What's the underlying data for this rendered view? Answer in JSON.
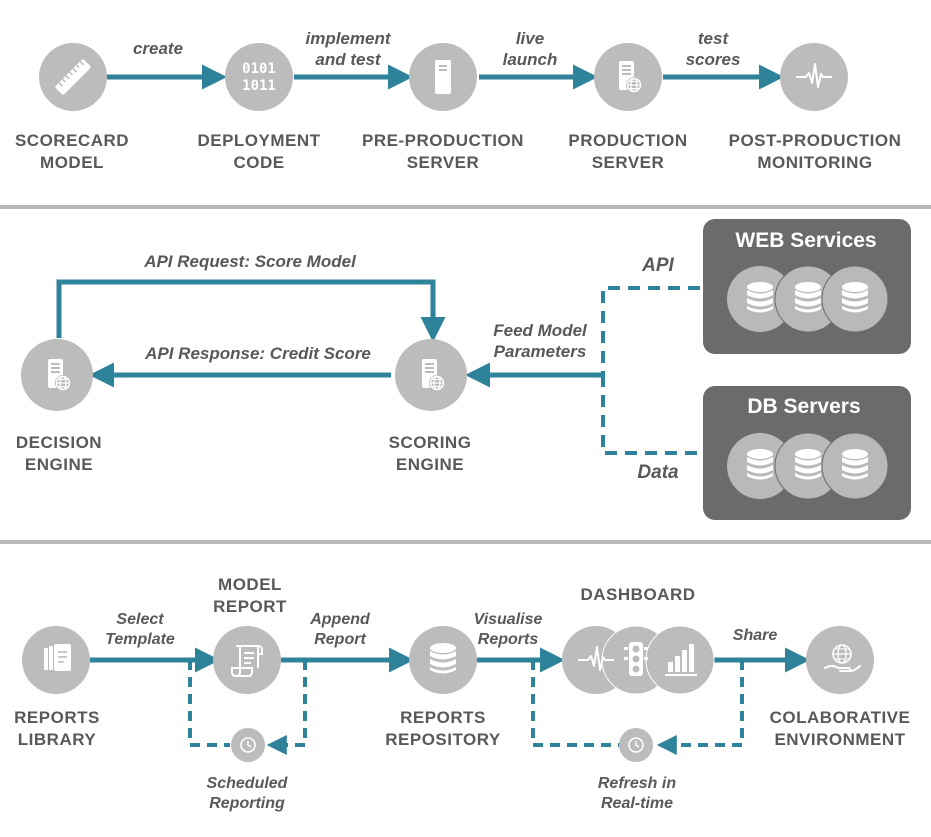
{
  "colors": {
    "teal": "#2e8299",
    "circle": "#bcbcbc",
    "icon": "#ffffff",
    "box": "#6b6b6b",
    "box_circle": "#b9b9b9",
    "divider": "#b8b8b8",
    "text": "#595959"
  },
  "deployment": {
    "nodes": [
      {
        "label1": "SCORECARD",
        "label2": "MODEL",
        "icon": "ruler-icon"
      },
      {
        "label1": "DEPLOYMENT",
        "label2": "CODE",
        "icon": "binary-code-icon",
        "code1": "0101",
        "code2": "1011"
      },
      {
        "label1": "PRE-PRODUCTION",
        "label2": "SERVER",
        "icon": "server-icon"
      },
      {
        "label1": "PRODUCTION",
        "label2": "SERVER",
        "icon": "web-server-icon"
      },
      {
        "label1": "POST-PRODUCTION",
        "label2": "MONITORING",
        "icon": "pulse-icon"
      }
    ],
    "arrows": [
      {
        "line1": "create",
        "line2": ""
      },
      {
        "line1": "implement",
        "line2": "and test"
      },
      {
        "line1": "live",
        "line2": "launch"
      },
      {
        "line1": "test",
        "line2": "scores"
      }
    ]
  },
  "scoring": {
    "decision_engine": {
      "label1": "DECISION",
      "label2": "ENGINE",
      "icon": "web-server-icon"
    },
    "scoring_engine": {
      "label1": "SCORING",
      "label2": "ENGINE",
      "icon": "web-server-icon"
    },
    "request_label": "API Request: Score Model",
    "response_label": "API Response: Credit Score",
    "feed_label1": "Feed Model",
    "feed_label2": "Parameters",
    "api_label": "API",
    "data_label": "Data",
    "web_services": {
      "title": "WEB Services",
      "icon": "database-icon"
    },
    "db_servers": {
      "title": "DB Servers",
      "icon": "database-icon"
    }
  },
  "reporting": {
    "reports_library": {
      "label1": "REPORTS",
      "label2": "LIBRARY",
      "icon": "documents-icon"
    },
    "model_report": {
      "label1": "MODEL",
      "label2": "REPORT",
      "icon": "scroll-icon"
    },
    "reports_repository": {
      "label1": "REPORTS",
      "label2": "REPOSITORY",
      "icon": "database-icon"
    },
    "dashboard": {
      "label": "DASHBOARD",
      "icons": [
        "pulse-icon",
        "traffic-light-icon",
        "bar-chart-icon"
      ]
    },
    "collab": {
      "label1": "COLABORATIVE",
      "label2": "ENVIRONMENT",
      "icon": "globe-hand-icon"
    },
    "select_template1": "Select",
    "select_template2": "Template",
    "append_report1": "Append",
    "append_report2": "Report",
    "visualise1": "Visualise",
    "visualise2": "Reports",
    "share": "Share",
    "scheduled1": "Scheduled",
    "scheduled2": "Reporting",
    "refresh1": "Refresh in",
    "refresh2": "Real-time",
    "clock_icon": "clock-icon"
  }
}
